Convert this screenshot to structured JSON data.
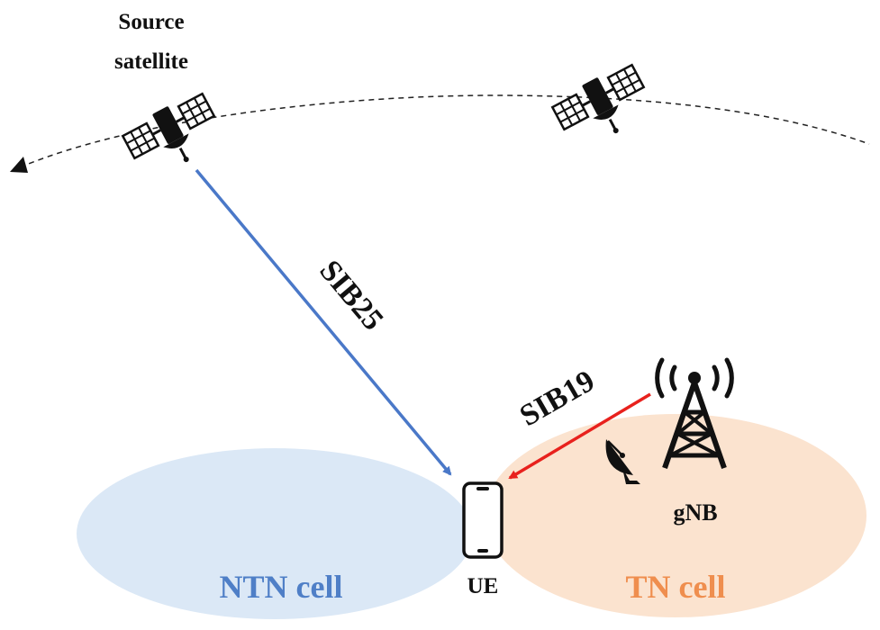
{
  "labels": {
    "source_satellite_line1": "Source",
    "source_satellite_line2": "satellite",
    "sib25": "SIB25",
    "sib19": "SIB19",
    "gnb": "gNB",
    "ue": "UE",
    "ntn_cell": "NTN cell",
    "tn_cell": "TN cell"
  },
  "colors": {
    "ntn_cell_fill": "#dbe8f6",
    "tn_cell_fill": "#fbe3cf",
    "ntn_text": "#4f7fc7",
    "tn_text": "#ef8e4e",
    "sib25_arrow": "#4a78c8",
    "sib19_arrow": "#e8211d",
    "ink": "#111111"
  },
  "icons": [
    "satellite-icon",
    "radio-waves-icon",
    "cell-tower-icon",
    "dish-antenna-icon",
    "smartphone-icon"
  ]
}
